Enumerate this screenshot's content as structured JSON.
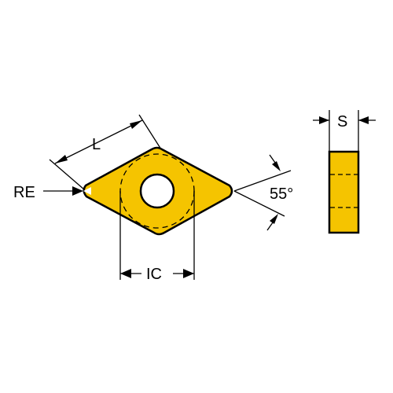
{
  "colors": {
    "insert_fill": "#f5c400",
    "outline": "#000000",
    "background": "#ffffff"
  },
  "labels": {
    "length": "L",
    "corner_radius": "RE",
    "inscribed_circle": "IC",
    "thickness": "S",
    "angle": "55°"
  }
}
